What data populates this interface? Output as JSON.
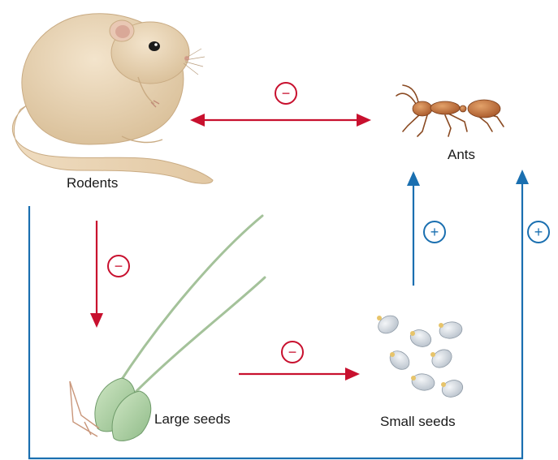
{
  "nodes": {
    "rodents": {
      "label": "Rodents",
      "icon": "rodent-illustration-icon"
    },
    "ants": {
      "label": "Ants",
      "icon": "ant-illustration-icon"
    },
    "large_seeds": {
      "label": "Large seeds",
      "icon": "large-seeds-illustration-icon"
    },
    "small_seeds": {
      "label": "Small seeds",
      "icon": "small-seeds-illustration-icon"
    }
  },
  "interactions": [
    {
      "from": "Rodents",
      "to": "Ants",
      "sign": "−",
      "bidirectional": true,
      "color": "#c8102e"
    },
    {
      "from": "Rodents",
      "to": "Large seeds",
      "sign": "−",
      "bidirectional": false,
      "color": "#c8102e"
    },
    {
      "from": "Large seeds",
      "to": "Small seeds",
      "sign": "−",
      "bidirectional": false,
      "color": "#c8102e"
    },
    {
      "from": "Small seeds",
      "to": "Ants",
      "sign": "+",
      "bidirectional": false,
      "color": "#1a6fb0"
    },
    {
      "from": "Rodents",
      "to": "Ants",
      "sign": "+",
      "bidirectional": false,
      "indirect": true,
      "color": "#1a6fb0"
    }
  ],
  "colors": {
    "negative": "#c8102e",
    "positive": "#1a6fb0"
  }
}
